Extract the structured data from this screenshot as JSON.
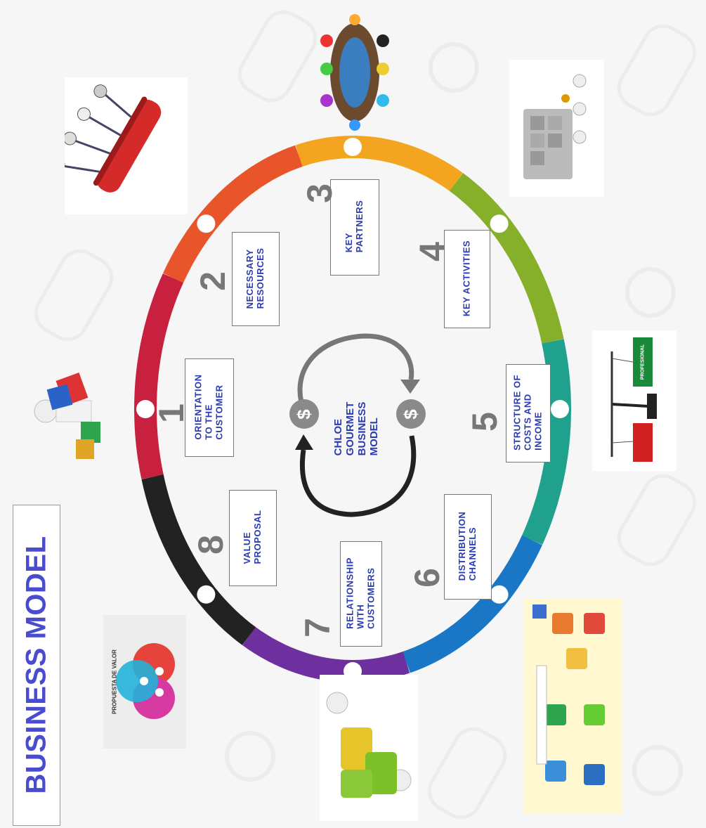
{
  "title": "BUSINESS MODEL",
  "center": {
    "label": "CHLOE\nGOURMET\nBUSINESS\nMODEL",
    "symbol": "$"
  },
  "steps": [
    {
      "number": "1",
      "label": "ORIENTATION\nTO THE\nCUSTOMER"
    },
    {
      "number": "2",
      "label": "NECESSARY\nRESOURCES"
    },
    {
      "number": "3",
      "label": "KEY\nPARTNERS"
    },
    {
      "number": "4",
      "label": "KEY ACTIVITIES"
    },
    {
      "number": "5",
      "label": "STRUCTURE OF\nCOSTS AND\nINCOME"
    },
    {
      "number": "6",
      "label": "DISTRIBUTION\nCHANNELS"
    },
    {
      "number": "7",
      "label": "RELATIONSHIP\nWITH\nCUSTOMERS"
    },
    {
      "number": "8",
      "label": "VALUE\nPROPOSAL"
    }
  ],
  "images": {
    "value_proposal_caption": "PROPUESTA DE VALOR",
    "scale_badge": "PROFESIONAL"
  },
  "ring_colors": [
    "#c8203f",
    "#e9552a",
    "#f3a51f",
    "#86b02a",
    "#1fa18d",
    "#1a77c6",
    "#6e2f9f",
    "#222222"
  ]
}
